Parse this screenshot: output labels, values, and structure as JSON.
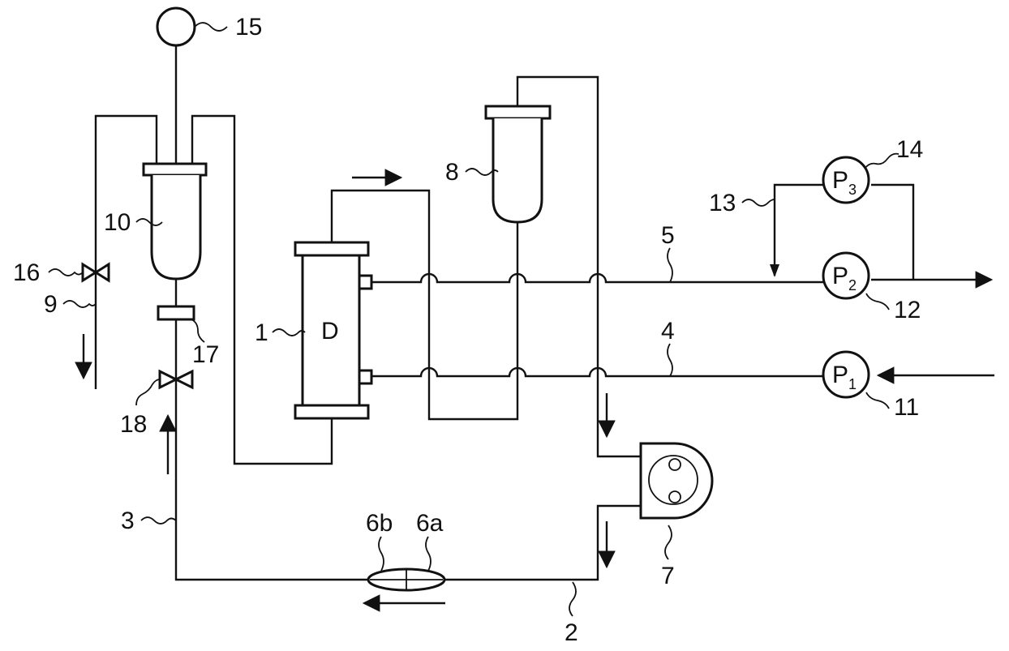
{
  "labels": {
    "l1": "1",
    "l2": "2",
    "l3": "3",
    "l4": "4",
    "l5": "5",
    "l6a": "6a",
    "l6b": "6b",
    "l7": "7",
    "l8": "8",
    "l9": "9",
    "l10": "10",
    "l11": "11",
    "l12": "12",
    "l13": "13",
    "l14": "14",
    "l15": "15",
    "l16": "16",
    "l17": "17",
    "l18": "18"
  },
  "dialyzer_letter": "D",
  "pumps": {
    "p1": {
      "letter": "P",
      "sub": "1"
    },
    "p2": {
      "letter": "P",
      "sub": "2"
    },
    "p3": {
      "letter": "P",
      "sub": "3"
    }
  }
}
